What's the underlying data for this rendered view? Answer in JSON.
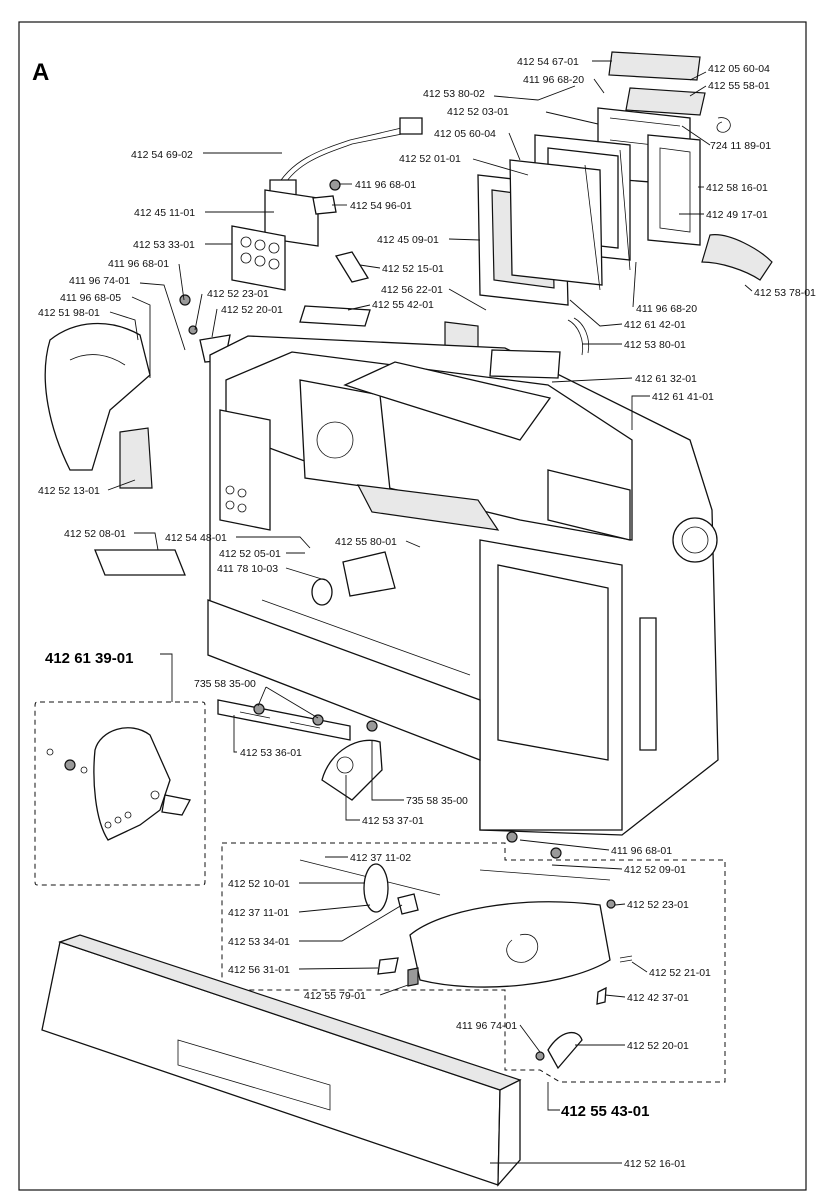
{
  "sheet_label": "A",
  "labels": {
    "l01": "412 54 67-01",
    "l02": "412 05 60-04",
    "l03": "411 96 68-20",
    "l04": "412 55 58-01",
    "l05": "412 53 80-02",
    "l06": "412 52 03-01",
    "l07": "412 05 60-04",
    "l08": "724 11 89-01",
    "l09": "412 54 69-02",
    "l10": "412 52 01-01",
    "l11": "411 96 68-01",
    "l12": "412 58 16-01",
    "l13": "412 54 96-01",
    "l14": "412 45 11-01",
    "l15": "412 49 17-01",
    "l16": "412 45 09-01",
    "l17": "412 53 33-01",
    "l18": "412 52 15-01",
    "l19": "411 96 68-01",
    "l20": "412 53 78-01",
    "l21": "411 96 74-01",
    "l22": "412 56 22-01",
    "l23": "412 52 23-01",
    "l24": "411 96 68-20",
    "l25": "411 96 68-05",
    "l26": "412 55 42-01",
    "l27": "412 52 20-01",
    "l28": "412 61 42-01",
    "l29": "412 51 98-01",
    "l30": "412 53 80-01",
    "l31": "412 61 32-01",
    "l32": "412 61 41-01",
    "l33": "412 52 13-01",
    "l34": "412 52 08-01",
    "l35": "412 54 48-01",
    "l36": "412 55 80-01",
    "l37": "412 52 05-01",
    "l38": "411 78 10-03",
    "l39": "735 58 35-00",
    "l40": "412 53 36-01",
    "l41": "735 58 35-00",
    "l42": "412 53 37-01",
    "l43": "411 96 68-01",
    "l44": "412 37 11-02",
    "l45": "412 52 09-01",
    "l46": "412 52 10-01",
    "l47": "412 52 23-01",
    "l48": "412 37 11-01",
    "l49": "412 53 34-01",
    "l50": "412 52 21-01",
    "l51": "412 56 31-01",
    "l52": "412 55 79-01",
    "l53": "412 42 37-01",
    "l54": "411 96 74-01",
    "l55": "412 52 20-01",
    "l56": "412 52 16-01"
  },
  "assemblies": {
    "a1": "412 61 39-01",
    "a2": "412 55 43-01"
  }
}
